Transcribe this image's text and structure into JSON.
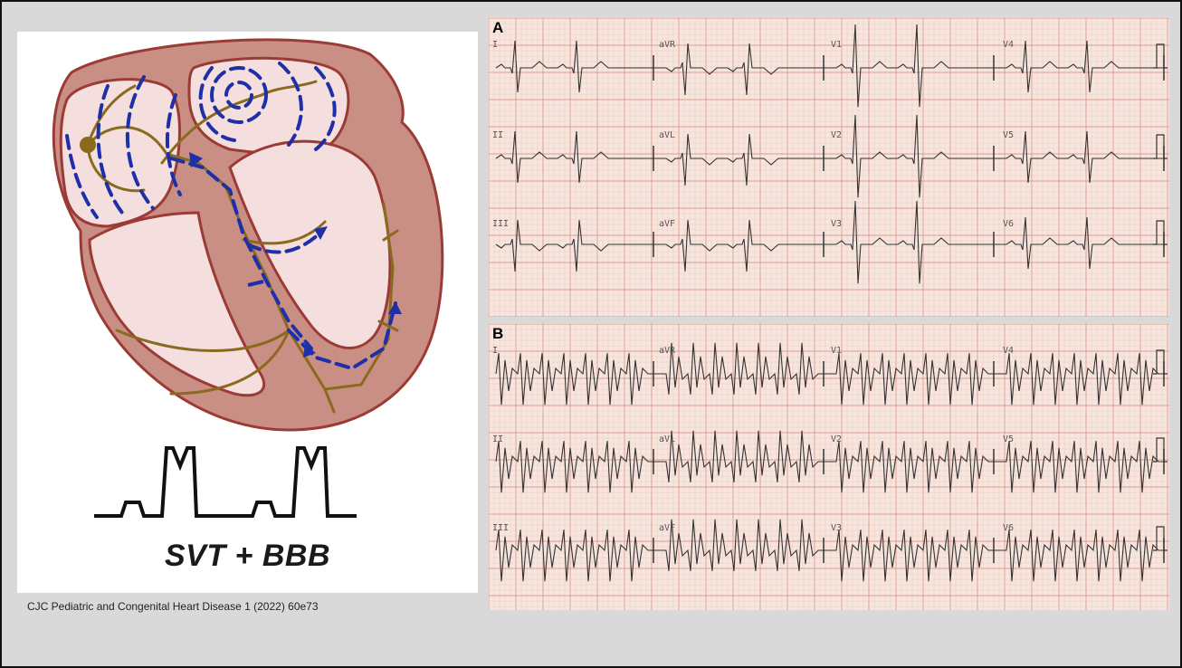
{
  "left_figure": {
    "label": "SVT + BBB"
  },
  "citation": "CJC Pediatric and Congenital Heart Disease 1 (2022) 60e73",
  "panels": [
    {
      "letter": "A",
      "leads": [
        "I",
        "aVR",
        "V1",
        "V4",
        "II",
        "aVL",
        "V2",
        "V5",
        "III",
        "aVF",
        "V3",
        "V6"
      ]
    },
    {
      "letter": "B",
      "leads": [
        "I",
        "aVR",
        "V1",
        "V4",
        "II",
        "aVL",
        "V2",
        "V5",
        "III",
        "aVF",
        "V3",
        "V6"
      ]
    }
  ],
  "colors": {
    "ecg_grid_minor": "#efc4b8",
    "ecg_grid_major": "#e09a8c",
    "ecg_trace": "#333333",
    "heart_wall": "#c98f85",
    "heart_outline": "#9c3b35",
    "chamber": "#f5dede",
    "conduction": "#8a6a1e",
    "activation_wave": "#1f2fa8"
  }
}
